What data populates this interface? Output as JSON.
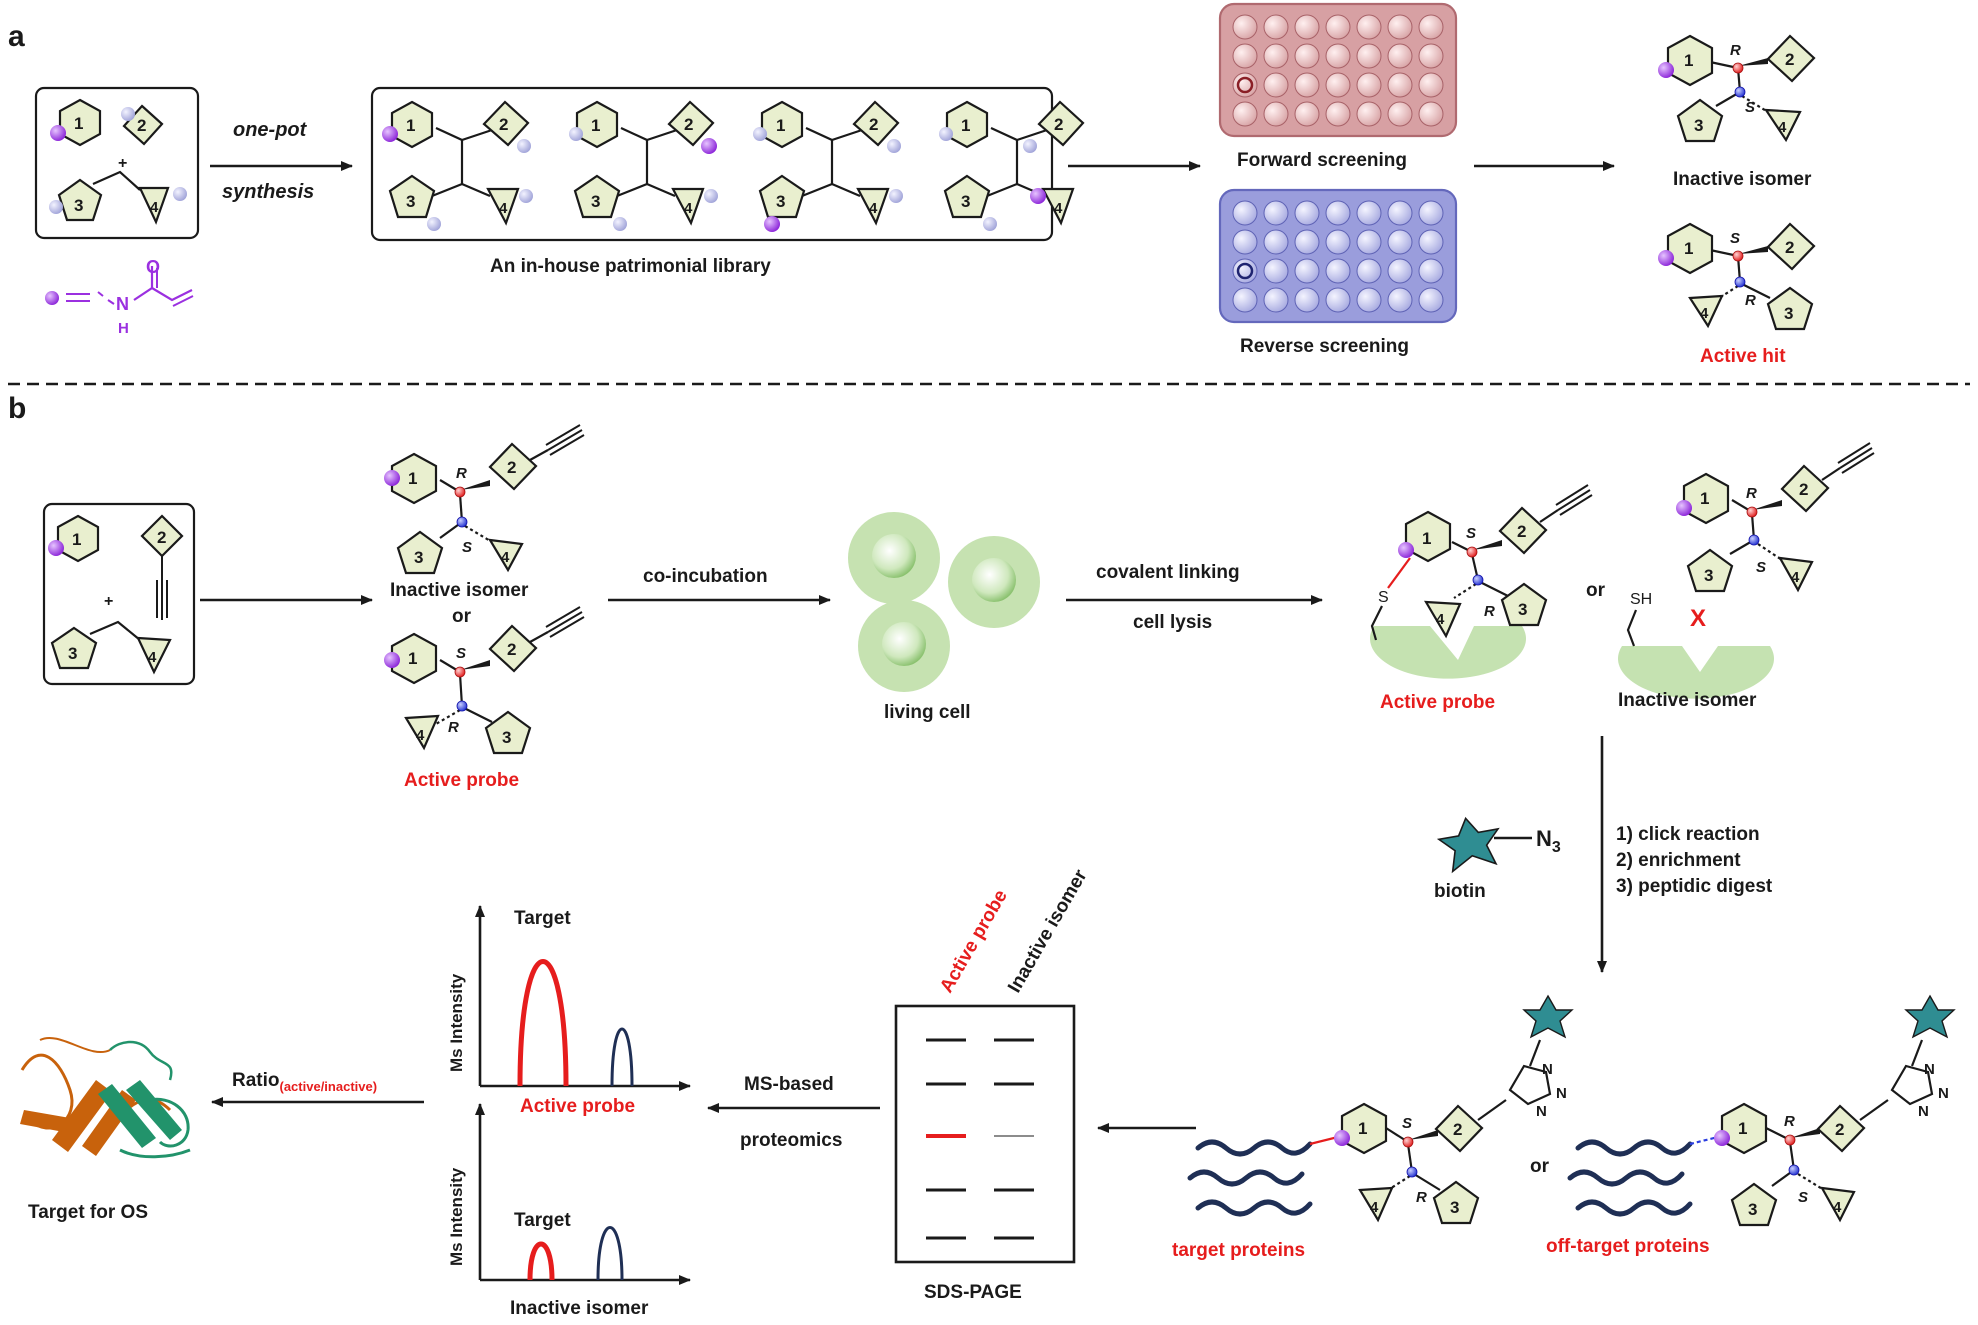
{
  "panel_a": {
    "label": "a",
    "components_box": {
      "n1": "1",
      "n2": "2",
      "n3": "3",
      "n4": "4",
      "plus": "+"
    },
    "legend_n": "N",
    "legend_h": "H",
    "legend_o": "O",
    "arrow_top": "one-pot",
    "arrow_bottom": "synthesis",
    "library_caption": "An in-house patrimonial library",
    "forward": "Forward screening",
    "reverse": "Reverse screening",
    "inactive_isomer": "Inactive isomer",
    "active_hit": "Active hit",
    "stereo_R": "R",
    "stereo_S": "S"
  },
  "panel_b": {
    "label": "b",
    "plus": "+",
    "inactive_isomer": "Inactive isomer",
    "or": "or",
    "active_probe": "Active probe",
    "co_incubation": "co-incubation",
    "living_cell": "living cell",
    "covalent_linking": "covalent linking",
    "cell_lysis": "cell lysis",
    "thiol_s": "S",
    "thiol_sh": "SH",
    "no_link": "X",
    "biotin": "biotin",
    "azide": "N",
    "azide_sub": "3",
    "steps": [
      "1) click reaction",
      "2) enrichment",
      "3) peptidic digest"
    ],
    "target_proteins": "target proteins",
    "off_target_proteins": "off-target proteins",
    "triazole_n1": "N",
    "triazole_n2": "N",
    "triazole_n3": "N",
    "gel_lane_active": "Active probe",
    "gel_lane_inactive": "Inactive isomer",
    "sds_page": "SDS-PAGE",
    "ms_based": "MS-based",
    "proteomics": "proteomics",
    "ms_intensity": "Ms Intensity",
    "target": "Target",
    "plot_active": "Active probe",
    "plot_inactive": "Inactive isomer",
    "ratio": "Ratio",
    "ratio_sub": "(active/inactive)",
    "target_for_os": "Target for OS"
  },
  "colors": {
    "ring_fill": "#e9efcf",
    "purple": "#9b30e0",
    "pale_purple": "#aeb0dd",
    "red": "#e61d1d",
    "blue": "#2a3de0",
    "forward_plate": "#c9888c",
    "reverse_plate": "#8c8fd6",
    "cell_green": "#9ccc7e",
    "pocket_green": "#c5e2b1",
    "biotin_teal": "#2f8d92",
    "protein_navy": "#1f2f55",
    "protein_orange": "#c8620c",
    "protein_green": "#22936b"
  }
}
